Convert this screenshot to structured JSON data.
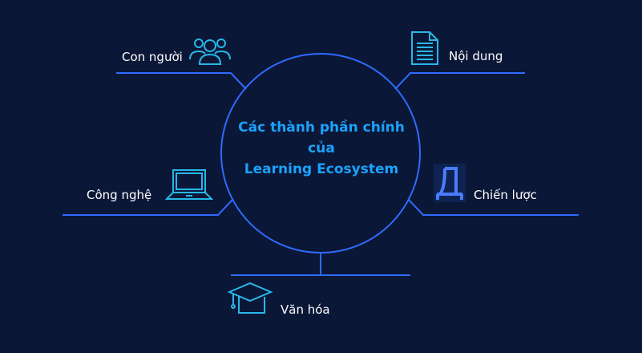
{
  "center": {
    "line1": "Các thành phần chính",
    "line2": "của",
    "line3": "Learning Ecosystem"
  },
  "components": {
    "people": {
      "label": "Con người",
      "icon": "people-icon"
    },
    "content": {
      "label": "Nội dung",
      "icon": "document-icon"
    },
    "technology": {
      "label": "Công nghệ",
      "icon": "laptop-icon"
    },
    "strategy": {
      "label": "Chiến lược",
      "icon": "strategy-icon"
    },
    "culture": {
      "label": "Văn hóa",
      "icon": "graduation-cap-icon"
    }
  },
  "colors": {
    "background": "#0b1736",
    "line": "#2f6bff",
    "icon": "#27b8e8",
    "title": "#1aa3ff",
    "text": "#ffffff"
  }
}
